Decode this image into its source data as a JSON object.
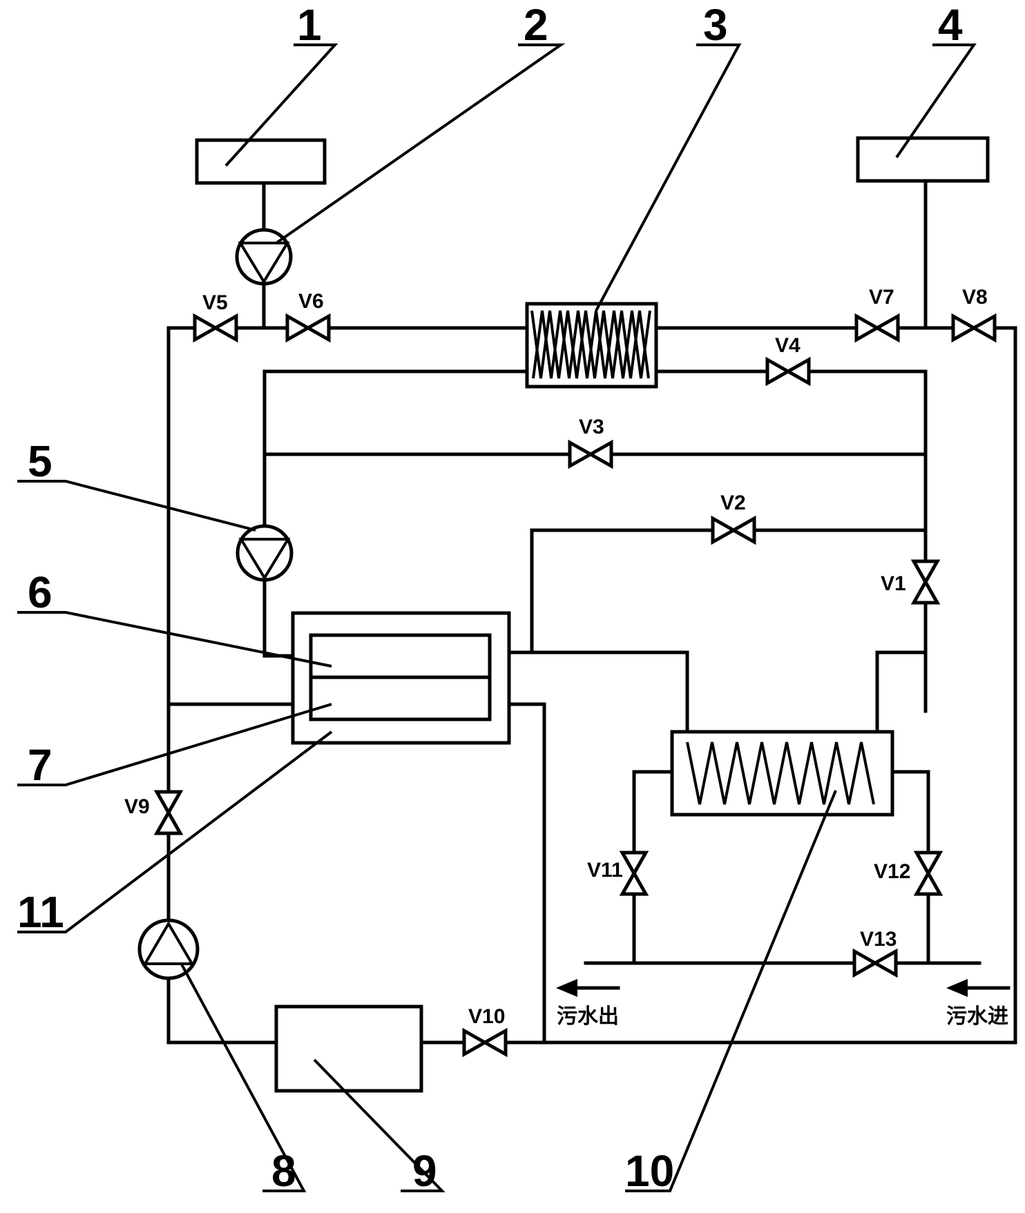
{
  "components": {
    "c1": "1",
    "c2": "2",
    "c3": "3",
    "c4": "4",
    "c5": "5",
    "c6": "6",
    "c7": "7",
    "c8": "8",
    "c9": "9",
    "c10": "10",
    "c11": "11"
  },
  "valves": {
    "v1": "V1",
    "v2": "V2",
    "v3": "V3",
    "v4": "V4",
    "v5": "V5",
    "v6": "V6",
    "v7": "V7",
    "v8": "V8",
    "v9": "V9",
    "v10": "V10",
    "v11": "V11",
    "v12": "V12",
    "v13": "V13"
  },
  "flow": {
    "outlet": "污水出",
    "inlet": "污水进"
  }
}
